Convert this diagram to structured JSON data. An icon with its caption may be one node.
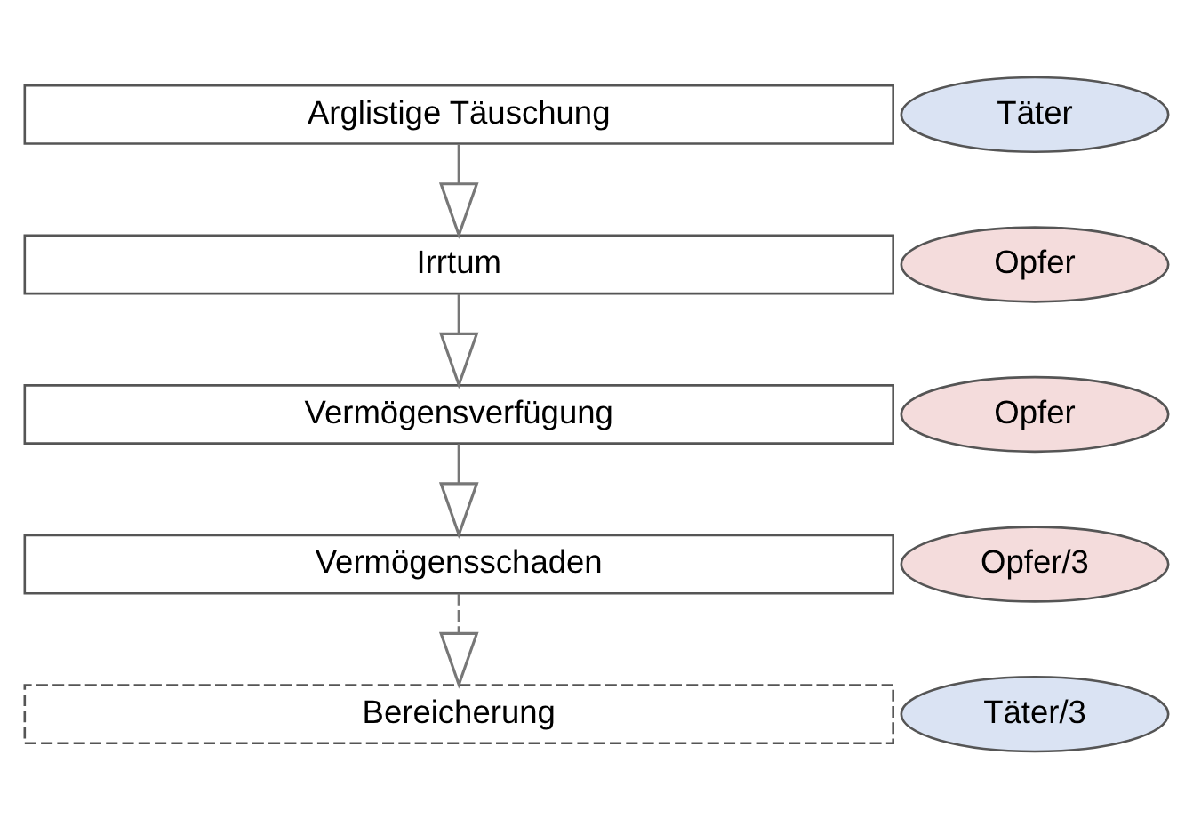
{
  "diagram": {
    "nodes": [
      {
        "text": [
          "Arglistige Täuschung"
        ]
      },
      {
        "text": [
          "Täter"
        ]
      },
      {
        "text": [
          "Irrtum"
        ]
      },
      {
        "text": [
          "Opfer"
        ]
      },
      {
        "text": [
          "Vermögensverfügung"
        ]
      },
      {
        "text": [
          "Opfer"
        ]
      },
      {
        "text": [
          "Vermögensschaden"
        ]
      },
      {
        "text": [
          "Opfer/3"
        ]
      },
      {
        "text": [
          "Bereicherung"
        ]
      },
      {
        "text": [
          "Täter/3"
        ]
      }
    ],
    "edges": [
      {
        "from": 0,
        "to": 2,
        "arrow": "to"
      },
      {
        "from": 2,
        "to": 4,
        "arrow": "to"
      },
      {
        "from": 4,
        "to": 6,
        "arrow": "to"
      },
      {
        "from": 6,
        "to": 8,
        "arrow": "to",
        "style": "dashed"
      }
    ]
  }
}
